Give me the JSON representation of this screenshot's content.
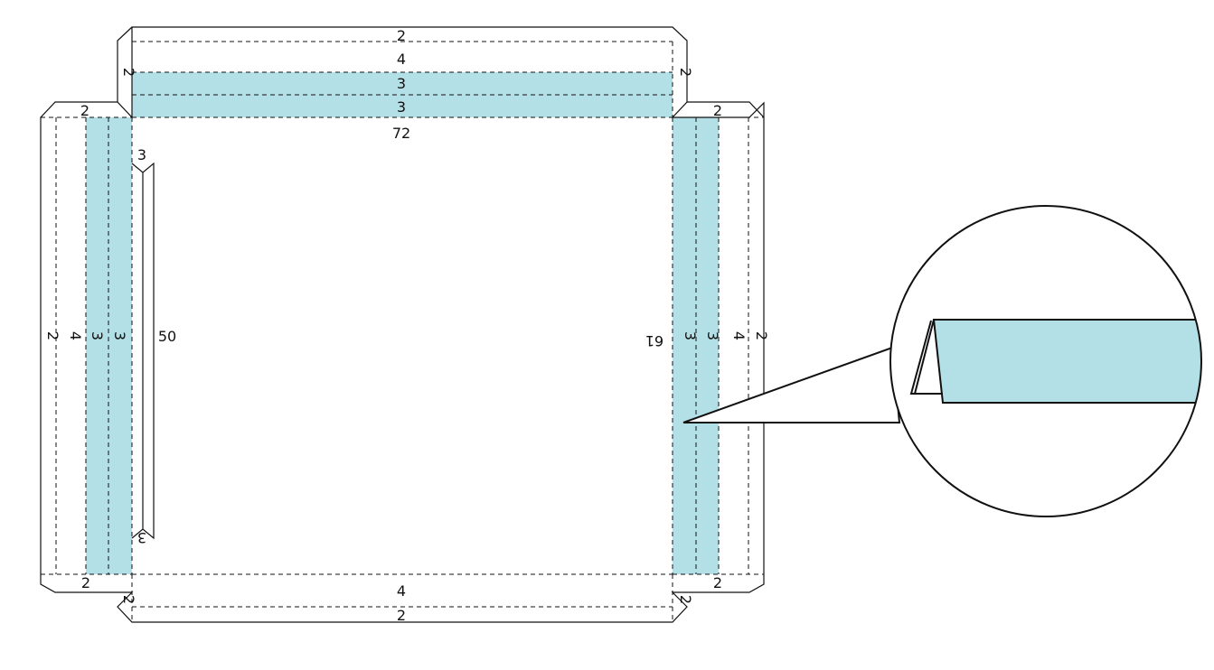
{
  "colors": {
    "band_fill": "#b3e0e6",
    "line": "#111111",
    "background": "#ffffff"
  },
  "labels": {
    "top_flap_outer": "2",
    "top_flap_fold": "4",
    "top_band_outer": "3",
    "top_band_inner": "3",
    "top_width": "72",
    "top_left_tab": "2",
    "top_right_tab": "2",
    "left_corner_top": "2",
    "left_corner_bottom": "2",
    "left_outer": "2",
    "left_fold": "4",
    "left_band_outer": "3",
    "left_band_inner": "3",
    "slot_top": "3",
    "slot_bottom": "3",
    "slot_length": "50",
    "right_height": "61",
    "right_band_inner": "3",
    "right_band_outer": "3",
    "right_fold": "4",
    "right_outer": "2",
    "right_corner_top": "2",
    "right_corner_bottom": "2",
    "bottom_fold": "4",
    "bottom_outer": "2",
    "bottom_left_tab": "2",
    "bottom_right_tab": "2"
  }
}
